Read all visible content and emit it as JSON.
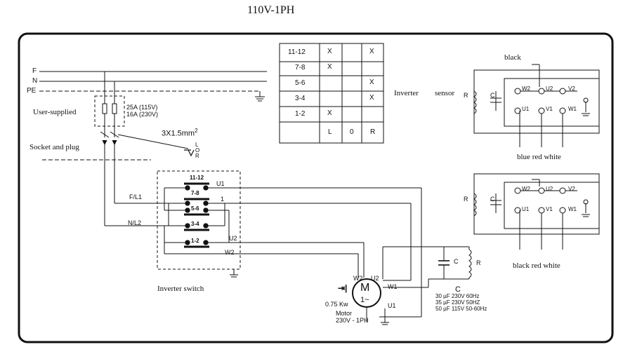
{
  "title": "110V-1PH",
  "lines": {
    "f": "F",
    "n": "N",
    "pe": "PE"
  },
  "fuse": {
    "label": "User-supplied",
    "rating_115": "25A (115V)",
    "rating_230": "16A (230V)"
  },
  "cable": {
    "label": "3X1.5mm",
    "sup": "2"
  },
  "socket_label": "Socket and plug",
  "lor": {
    "l": "L",
    "o": "O",
    "r": "R"
  },
  "switch": {
    "label": "Inverter switch",
    "contacts": [
      "11-12",
      "7-8",
      "5-6",
      "3-4",
      "1-2"
    ],
    "terminals": {
      "u1": "U1",
      "one": "1",
      "u2": "U2",
      "w2": "W2",
      "fl1": "F/L1",
      "nl2": "N/L2"
    }
  },
  "truth_table": {
    "rows": [
      {
        "label": "11-12",
        "l": "X",
        "o": "",
        "r": "X"
      },
      {
        "label": "7-8",
        "l": "X",
        "o": "",
        "r": ""
      },
      {
        "label": "5-6",
        "l": "",
        "o": "",
        "r": "X"
      },
      {
        "label": "3-4",
        "l": "",
        "o": "",
        "r": "X"
      },
      {
        "label": "1-2",
        "l": "X",
        "o": "",
        "r": ""
      }
    ],
    "footer": {
      "l": "L",
      "o": "0",
      "r": "R"
    }
  },
  "inverter_label": "Inverter",
  "sensor_label": "sensor",
  "top_box": {
    "heading": "black",
    "caption": "blue red white",
    "terminals": {
      "w2": "W2",
      "u2": "U2",
      "v2": "V2",
      "u1": "U1",
      "v1": "V1",
      "w1": "W1"
    },
    "r": "R",
    "c": "C"
  },
  "bottom_box": {
    "caption": "black red white",
    "terminals": {
      "w2": "W2",
      "u2": "U2",
      "v2": "V2",
      "u1": "U1",
      "v1": "V1",
      "w1": "W1"
    },
    "r": "R",
    "c": "C"
  },
  "motor": {
    "power": "0.75 Kw",
    "name": "Motor",
    "spec": "230V - 1PH",
    "terminals": {
      "w2": "W2",
      "u2": "U2",
      "w1": "W1",
      "u1": "U1"
    },
    "symbol": "M",
    "wave": "1~"
  },
  "capacitor": {
    "c": "C",
    "r": "R",
    "heading": "C",
    "specs": [
      "30 µF  230V  60Hz",
      "35 µF  230V  50HZ",
      "50 µF  115V  50-60Hz"
    ]
  }
}
